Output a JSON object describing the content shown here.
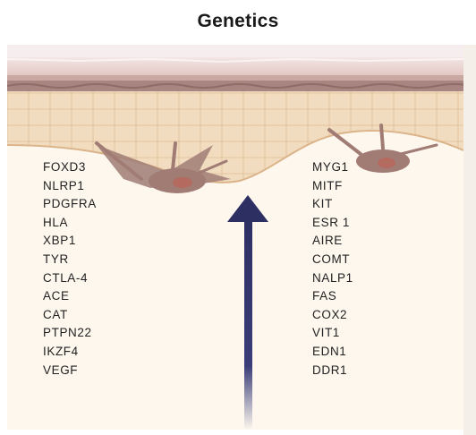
{
  "title": "Genetics",
  "genes_left": [
    "FOXD3",
    "NLRP1",
    "PDGFRA",
    "HLA",
    "XBP1",
    "TYR",
    "CTLA-4",
    "ACE",
    "CAT",
    "PTPN22",
    "IKZF4",
    "VEGF"
  ],
  "genes_right": [
    "MYG1",
    "MITF",
    "KIT",
    "ESR 1",
    "AIRE",
    "COMT",
    "NALP1",
    "FAS",
    "COX2",
    "VIT1",
    "EDN1",
    "DDR1"
  ],
  "colors": {
    "arrow": "#2d2f63",
    "melanocyte": "#a07c74",
    "melanocyte_nucleus": "#b46a5e",
    "epidermis": "#f1dcc0",
    "cell_lines": "#e3c39c",
    "surface_layer": "#ead3cf",
    "basal_band": "#a88580"
  },
  "icons": [
    "upward-arrow",
    "melanocyte-cell"
  ]
}
